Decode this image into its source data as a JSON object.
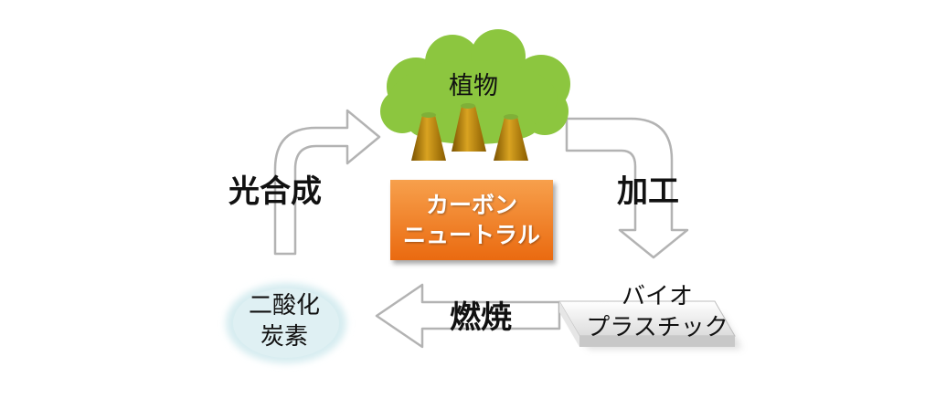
{
  "diagram": {
    "nodes": {
      "plant": "植物",
      "co2_line1": "二酸化",
      "co2_line2": "炭素",
      "plastic_line1": "バイオ",
      "plastic_line2": "プラスチック"
    },
    "edges": {
      "photosynthesis": "光合成",
      "processing": "加工",
      "combustion": "燃焼"
    },
    "center_badge": {
      "line1": "カーボン",
      "line2": "ニュートラル"
    }
  },
  "colors": {
    "tree_canopy": "#8cc63f",
    "tree_trunk": "#b8860b",
    "badge_orange": "#f08020",
    "co2_cloud": "#d6ecf0",
    "arrow_outline": "#b3b3b3"
  }
}
